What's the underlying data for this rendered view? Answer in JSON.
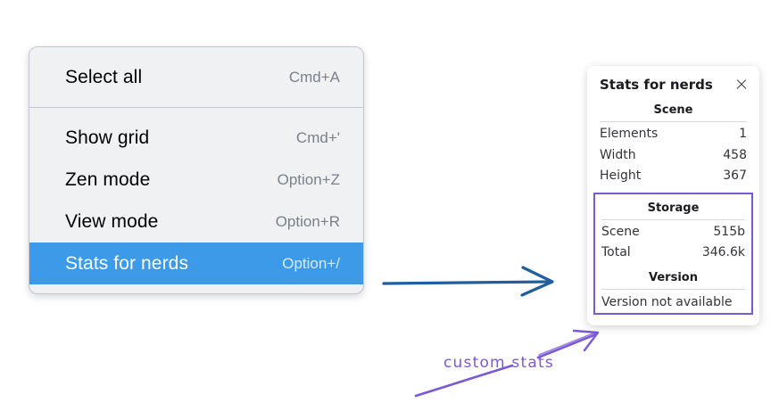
{
  "canvas": {
    "background": "#ffffff",
    "accent_blue": "#3d9ae8",
    "accent_purple": "#7b58d6",
    "arrow_blue": "#1f5f9e"
  },
  "context_menu": {
    "groups": [
      {
        "items": [
          {
            "label": "Select all",
            "shortcut": "Cmd+A",
            "selected": false
          }
        ]
      },
      {
        "items": [
          {
            "label": "Show grid",
            "shortcut": "Cmd+'",
            "selected": false
          },
          {
            "label": "Zen mode",
            "shortcut": "Option+Z",
            "selected": false
          },
          {
            "label": "View mode",
            "shortcut": "Option+R",
            "selected": false
          },
          {
            "label": "Stats for nerds",
            "shortcut": "Option+/",
            "selected": true
          }
        ]
      }
    ]
  },
  "stats_panel": {
    "title": "Stats for nerds",
    "close_icon": "close-icon",
    "scene": {
      "heading": "Scene",
      "rows": [
        {
          "key": "Elements",
          "value": "1"
        },
        {
          "key": "Width",
          "value": "458"
        },
        {
          "key": "Height",
          "value": "367"
        }
      ]
    },
    "storage": {
      "heading": "Storage",
      "rows": [
        {
          "key": "Scene",
          "value": "515b"
        },
        {
          "key": "Total",
          "value": "346.6k"
        }
      ]
    },
    "version": {
      "heading": "Version",
      "note": "Version not available"
    }
  },
  "annotations": {
    "handwritten_label": "custom stats",
    "blue_arrow": "arrow-right-icon",
    "purple_arrow": "arrow-up-right-icon",
    "purple_underline": "underline-stroke"
  }
}
